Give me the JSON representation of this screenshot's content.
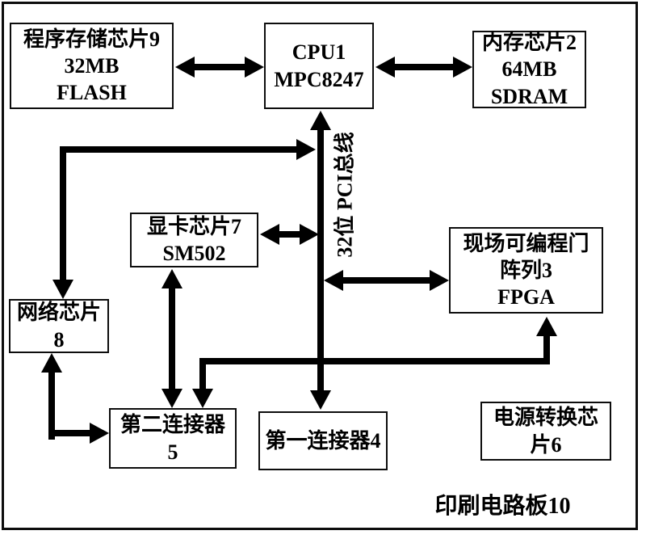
{
  "diagram": {
    "bg_color": "#ffffff",
    "line_color": "#000000",
    "bus_label": "32位 PCI总线",
    "board_label": "印刷电路板10",
    "blocks": [
      {
        "id": "program-flash",
        "lines": [
          "程序存储芯片9",
          "32MB",
          "FLASH"
        ]
      },
      {
        "id": "cpu",
        "lines": [
          "CPU1",
          "MPC8247"
        ]
      },
      {
        "id": "memory-sdram",
        "lines": [
          "内存芯片2",
          "64MB",
          "SDRAM"
        ]
      },
      {
        "id": "gpu",
        "lines": [
          "显卡芯片7",
          "SM502"
        ]
      },
      {
        "id": "fpga",
        "lines": [
          "现场可编程门",
          "阵列3",
          "FPGA"
        ]
      },
      {
        "id": "network-chip",
        "lines": [
          "网络芯片",
          "8"
        ]
      },
      {
        "id": "connector-2",
        "lines": [
          "第二连接器",
          "5"
        ]
      },
      {
        "id": "connector-1",
        "lines": [
          "第一连接器4"
        ]
      },
      {
        "id": "power-chip",
        "lines": [
          "电源转换芯",
          "片6"
        ]
      }
    ]
  }
}
